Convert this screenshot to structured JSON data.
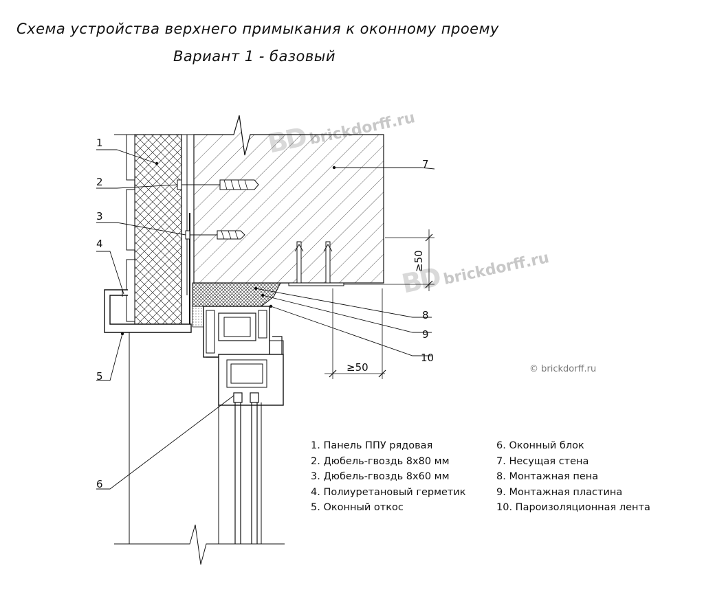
{
  "title": {
    "line1": "Схема устройства верхнего примыкания к оконному проему",
    "line2": "Вариант 1 - базовый"
  },
  "callouts": [
    "1",
    "2",
    "3",
    "4",
    "5",
    "6",
    "7",
    "8",
    "9",
    "10"
  ],
  "dimensions": {
    "vertical": "≥50",
    "horizontal": "≥50"
  },
  "legend": {
    "left": [
      "1. Панель ППУ рядовая",
      "2. Дюбель-гвоздь 8х80 мм",
      "3. Дюбель-гвоздь 8х60 мм",
      "4. Полиуретановый герметик",
      "5. Оконный откос"
    ],
    "right": [
      "6. Оконный блок",
      "7. Несущая стена",
      "8. Монтажная пена",
      "9. Монтажная пластина",
      "10. Пароизоляционная лента"
    ]
  },
  "watermark": {
    "logo": "BD",
    "site": "brickdorff.ru",
    "copyright": "© brickdorff.ru"
  }
}
